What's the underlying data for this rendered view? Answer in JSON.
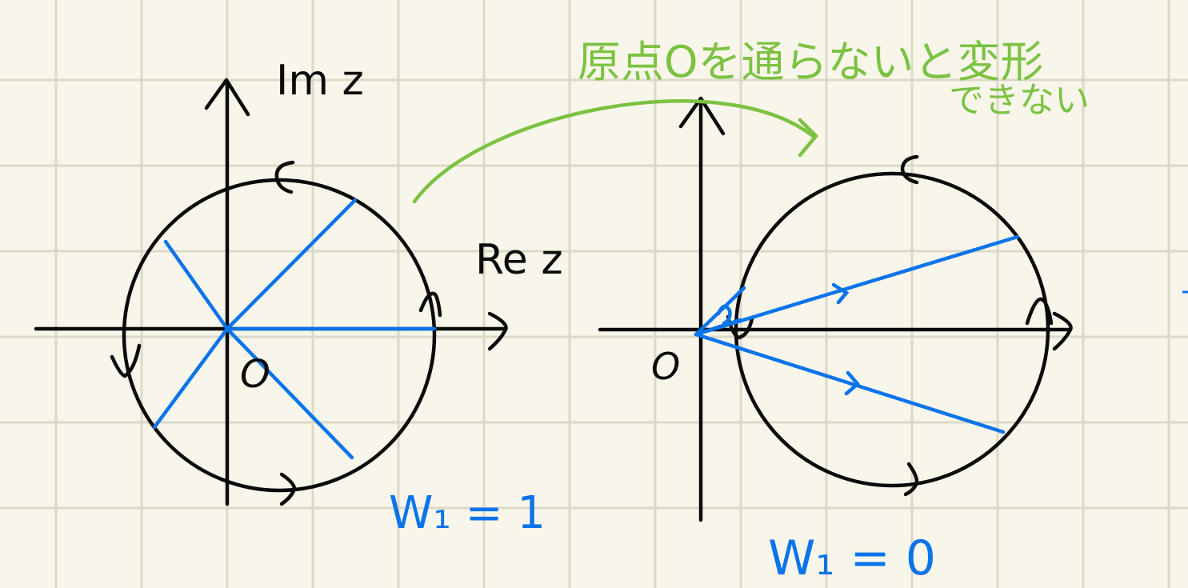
{
  "colors": {
    "paper": "#f8f6ea",
    "grid": "#dcd9c8",
    "ink": "#0b0b0b",
    "blue": "#0a74ea",
    "green": "#7cc242"
  },
  "left_plot": {
    "imag_axis_label": "Im z",
    "real_axis_label": "Re z",
    "origin_label": "O",
    "winding_label": "W₁ = 1"
  },
  "right_plot": {
    "origin_label": "O",
    "winding_label": "W₁ = 0"
  },
  "annotation": {
    "line1": "原点Oを通らないと変形",
    "line2": "できない"
  }
}
